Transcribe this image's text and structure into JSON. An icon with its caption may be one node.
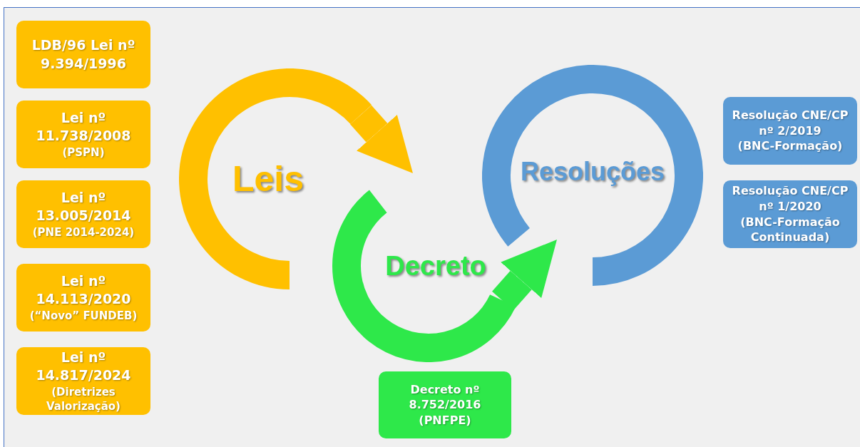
{
  "diagram": {
    "nodes": [
      {
        "text": [
          "LDB/96 Lei nº 9.394/1996"
        ]
      },
      {
        "text": [
          "Lei nº 11.738/2008",
          "(PSPN)"
        ]
      },
      {
        "text": [
          "Lei nº 13.005/2014",
          "(PNE 2014-2024)"
        ]
      },
      {
        "text": [
          "Lei nº 14.113/2020",
          "(“Novo” FUNDEB)"
        ]
      },
      {
        "text": [
          "Lei nº 14.817/2024",
          "(Diretrizes Valorização)"
        ]
      },
      {
        "text": [
          "Leis"
        ]
      },
      {
        "text": [
          "Decreto"
        ]
      },
      {
        "text": [
          "Resoluções"
        ]
      },
      {
        "text": [
          "Resolução CNE/CP nº 2/2019",
          "(BNC-Formação)"
        ]
      },
      {
        "text": [
          "Resolução CNE/CP nº 1/2020",
          "(BNC-Formação Continuada)"
        ]
      },
      {
        "text": [
          "Decreto nº 8.752/2016",
          "(PNFPE)"
        ]
      }
    ],
    "edges": [
      {
        "from": 5,
        "to": 6,
        "arrow": "to",
        "color": "#ffc000"
      },
      {
        "from": 6,
        "to": 7,
        "arrow": "to",
        "color": "#2ee84a"
      }
    ]
  }
}
